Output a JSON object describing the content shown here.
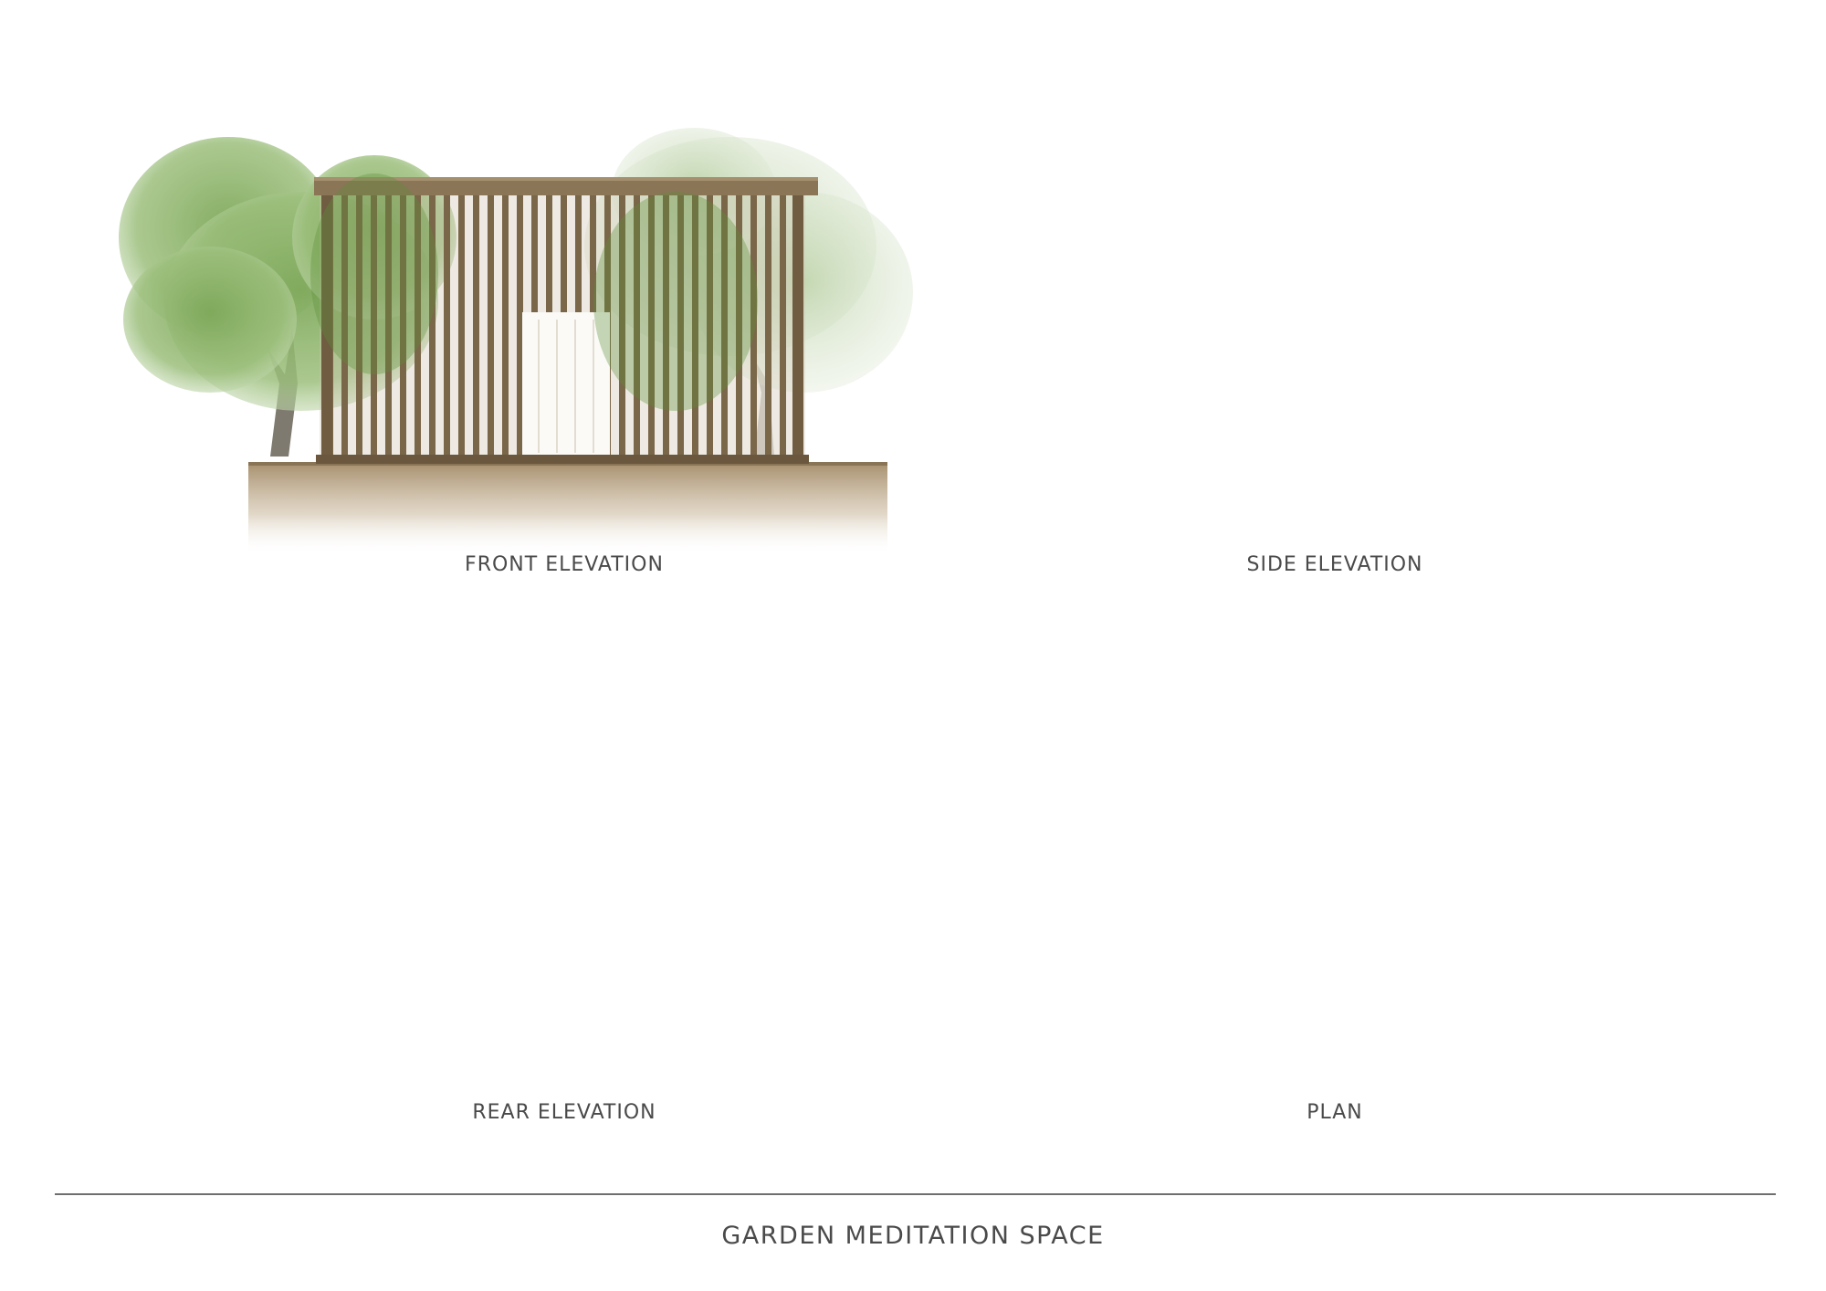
{
  "drawings": {
    "front": {
      "label": "FRONT ELEVATION"
    },
    "side": {
      "label": "SIDE ELEVATION"
    },
    "rear": {
      "label": "REAR ELEVATION"
    },
    "plan": {
      "label": "PLAN"
    }
  },
  "sheet": {
    "title": "GARDEN MEDITATION SPACE"
  },
  "colors": {
    "timber": "#7d6a4c",
    "timber_light": "#9c8767",
    "foliage": "#8fb46a",
    "soil": "#a0896a",
    "line": "#555555",
    "text": "#4a4a4a"
  }
}
